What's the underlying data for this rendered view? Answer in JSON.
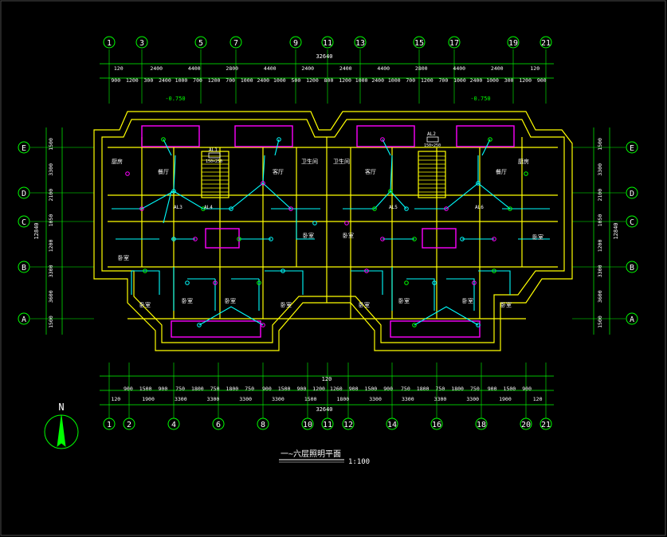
{
  "drawing": {
    "title": "一~六层照明平面",
    "scale": "1:100",
    "north_label": "N",
    "top_axes": [
      "1",
      "3",
      "5",
      "7",
      "9",
      "11",
      "13",
      "15",
      "17",
      "19",
      "21"
    ],
    "bottom_axes": [
      "1",
      "2",
      "4",
      "6",
      "8",
      "10",
      "11",
      "12",
      "14",
      "16",
      "18",
      "20",
      "21"
    ],
    "row_axes": [
      "E",
      "D",
      "C",
      "B",
      "A"
    ],
    "top_total": "32640",
    "bottom_total": "32640",
    "top_dims_row1": [
      "120",
      "2400",
      "4400",
      "2800",
      "4400",
      "2400",
      "2400",
      "4400",
      "2800",
      "4400",
      "2400",
      "120"
    ],
    "top_dims_row2": [
      "900",
      "1200",
      "300",
      "2400",
      "1000",
      "700",
      "1200",
      "700",
      "1000",
      "2400",
      "1000",
      "500",
      "1200",
      "800",
      "1200",
      "1000",
      "2400",
      "1000",
      "700",
      "1200",
      "700",
      "1000",
      "2400",
      "1000",
      "300",
      "1200",
      "900"
    ],
    "bottom_dims_row1": [
      "900",
      "1500",
      "900",
      "750",
      "1800",
      "750",
      "1800",
      "750",
      "900",
      "1500",
      "900",
      "1200",
      "1260",
      "900",
      "1500",
      "900",
      "750",
      "1800",
      "750",
      "1800",
      "750",
      "900",
      "1500",
      "900"
    ],
    "bottom_dims_row2": [
      "120",
      "1900",
      "3300",
      "3300",
      "3300",
      "3300",
      "1500",
      "1800",
      "3300",
      "3300",
      "3300",
      "3300",
      "1900",
      "120"
    ],
    "bottom_center": "120",
    "left_dims": [
      "1500",
      "3300",
      "2100",
      "1050",
      "1200",
      "3300",
      "3600",
      "1500"
    ],
    "left_total": "12840",
    "right_dims": [
      "1500",
      "3300",
      "2100",
      "1050",
      "1200",
      "3300",
      "3600",
      "1500"
    ],
    "right_total": "12840",
    "elevations": [
      "-0.750",
      "-0.750"
    ],
    "room_labels": {
      "kitchen": "厨房",
      "dining": "餐厅",
      "living": "客厅",
      "bedroom": "卧室",
      "bath": "卫生间"
    },
    "panel_labels": [
      "AL1",
      "AL2",
      "AL3",
      "AL4",
      "AL5",
      "AL6"
    ],
    "panel_sublabel": "150×250",
    "colors": {
      "background": "#000000",
      "wall": "#ffff00",
      "dimension": "#00ff00",
      "wiring": "#00ffff",
      "fixture": "#ff00ff",
      "text": "#ffffff"
    }
  }
}
